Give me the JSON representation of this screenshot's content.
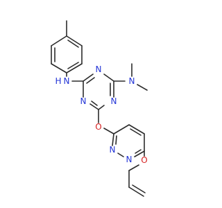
{
  "molecule": {
    "atoms": {
      "nh_n": "N",
      "nh_h": "H",
      "triazine_n1": "N",
      "triazine_n2": "N",
      "triazine_n3": "N",
      "nme2_n": "N",
      "aryl_ether_o": "O",
      "pyridazine_n1": "N",
      "pyridazine_n2": "N",
      "allyl_ether_o": "O"
    }
  },
  "colors": {
    "bond": "#2b2b2b",
    "nitrogen": "#2233d6",
    "oxygen": "#d62222",
    "background": "#ffffff"
  }
}
